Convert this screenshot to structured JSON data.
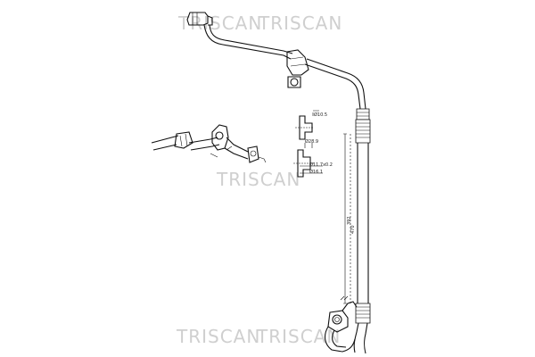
{
  "watermarks": [
    "TRISCAN",
    "TRISCAN",
    "TRISCAN",
    "TRISCAN",
    "TRISCAN"
  ],
  "dimensions": {
    "d1": "Ø10.5",
    "d2": "Ø28.9",
    "d3": "Ø11.7x0.2",
    "d4": "Ø16.1",
    "len1": "392",
    "len2": "470"
  }
}
